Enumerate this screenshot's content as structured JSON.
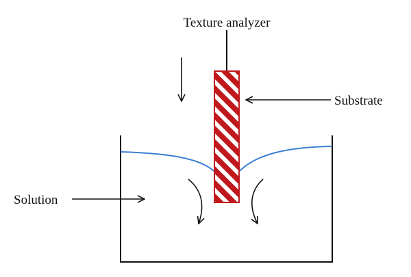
{
  "labels": {
    "texture_analyzer": "Texture analyzer",
    "substrate": "Substrate",
    "solution": "Solution"
  },
  "colors": {
    "ink": "#111111",
    "meniscus": "#3a7fd5",
    "stripe": "#c0181c",
    "background": "#ffffff"
  }
}
